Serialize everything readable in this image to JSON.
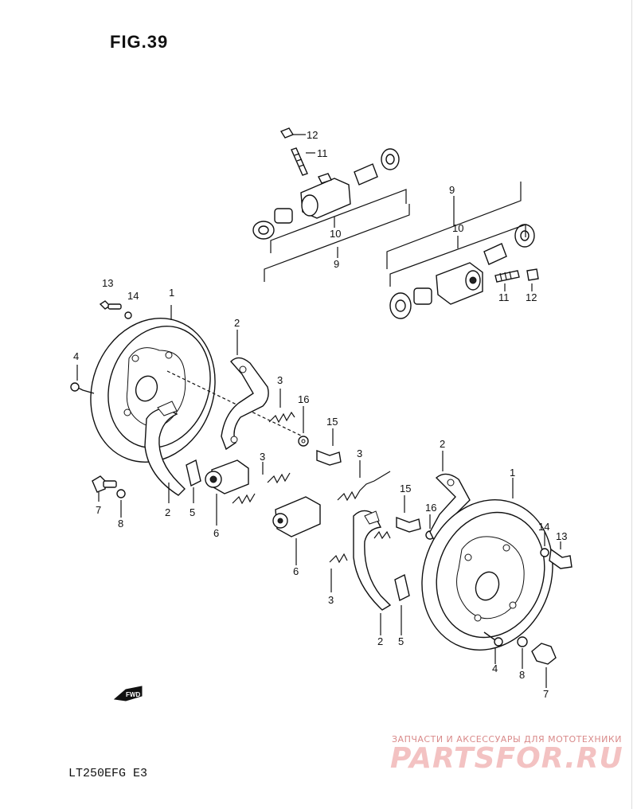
{
  "figure": {
    "title": "FIG.39",
    "model_code": "LT250EFG E3"
  },
  "watermark": {
    "tagline": "ЗАПЧАСТИ И АКСЕССУАРЫ ДЛЯ МОТОТЕХНИКИ",
    "brand": "PARTSFOR.RU"
  },
  "direction_marker": "FWD",
  "callouts": {
    "n1": "1",
    "n2": "2",
    "n3": "3",
    "n4": "4",
    "n5": "5",
    "n6": "6",
    "n7": "7",
    "n8": "8",
    "n9": "9",
    "n10": "10",
    "n11": "11",
    "n12": "12",
    "n13": "13",
    "n14": "14",
    "n15": "15",
    "n16": "16"
  }
}
